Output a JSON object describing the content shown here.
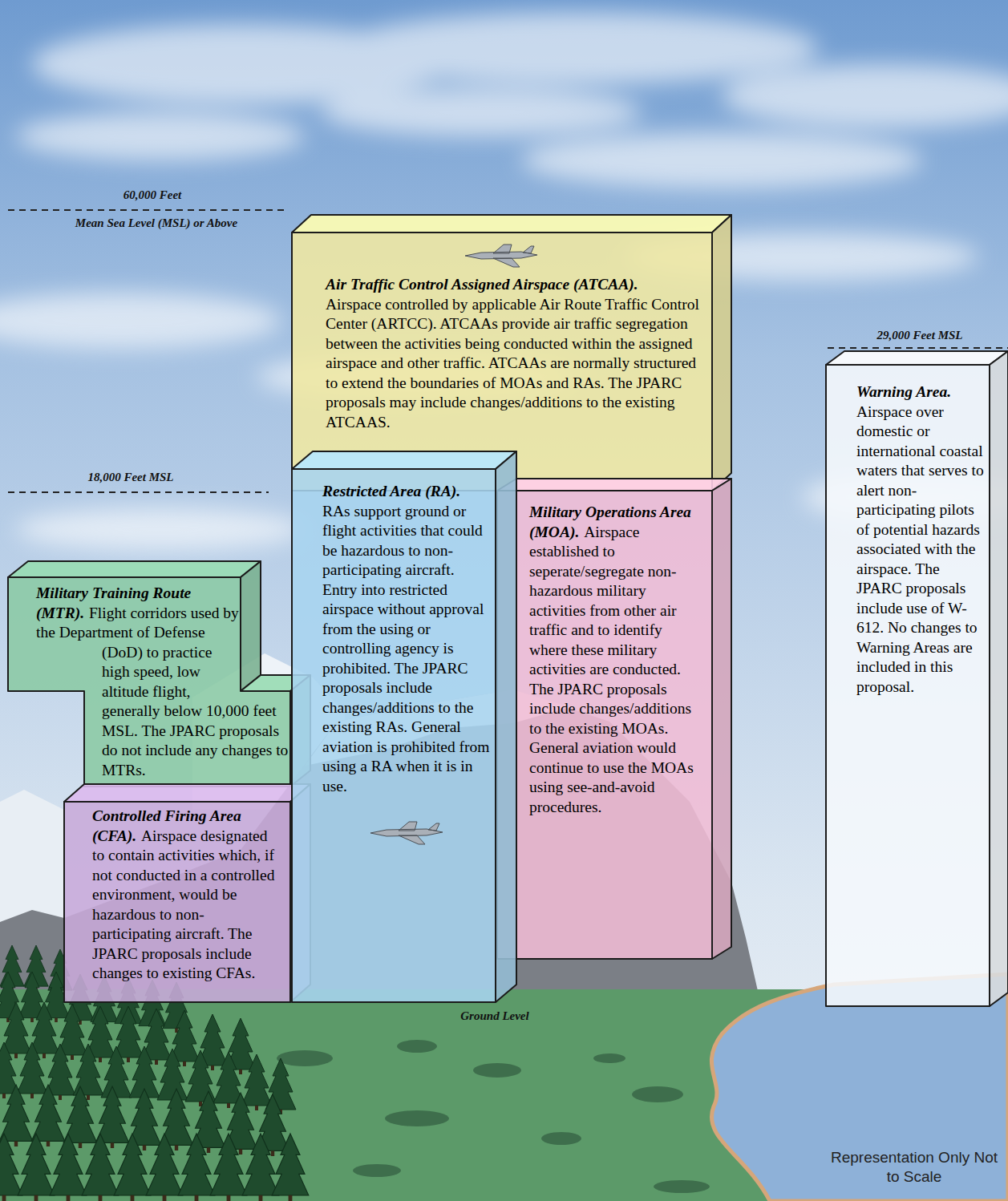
{
  "diagram": {
    "nodes": [
      {
        "text": [
          "Air Traffic Control Assigned Airspace (ATCAA).",
          "Airspace controlled by applicable Air Route Traffic Control Center (ARTCC). ATCAAs provide air traffic segregation between the activities being conducted within the assigned airspace and other traffic. ATCAAs are normally structured to extend the boundaries of MOAs and RAs. The JPARC proposals may include changes/additions to the existing ATCAAS."
        ]
      },
      {
        "text": [
          "Military Training Route (MTR).",
          "Flight corridors used by the Department of Defense (DoD) to practice high speed, low altitude flight, generally below 10,000 feet MSL. The JPARC proposals do not include any changes to MTRs."
        ]
      },
      {
        "text": [
          "Restricted Area (RA).",
          "RAs support ground or flight activities that could be hazardous to non-participating aircraft. Entry into restricted airspace without approval from the using or controlling agency is prohibited. The JPARC proposals include changes/additions to the existing RAs. General aviation is prohibited from using a RA when it is in use."
        ]
      },
      {
        "text": [
          "Military Operations Area (MOA).",
          "Airspace established to seperate/segregate non-hazardous military activities from other air traffic and to identify where these military activities are conducted. The JPARC proposals include changes/additions to the existing MOAs. General aviation would continue to use the MOAs using see-and-avoid procedures."
        ]
      },
      {
        "text": [
          "Controlled Firing Area (CFA).",
          "Airspace designated to contain activities which, if not conducted in a controlled environment, would be hazardous to non-participating aircraft. The JPARC proposals include changes to existing CFAs."
        ]
      },
      {
        "text": [
          "Warning Area.",
          "Airspace over domestic or international coastal waters that serves to alert non-participating pilots of potential hazards associated with the airspace. The JPARC proposals include use of W-612. No changes to Warning Areas are included in this proposal."
        ]
      }
    ],
    "labels": [
      "60,000 Feet",
      "Mean Sea Level (MSL) or Above",
      "18,000 Feet MSL",
      "29,000 Feet MSL",
      "Ground Level",
      "Representation Only Not to Scale"
    ]
  }
}
